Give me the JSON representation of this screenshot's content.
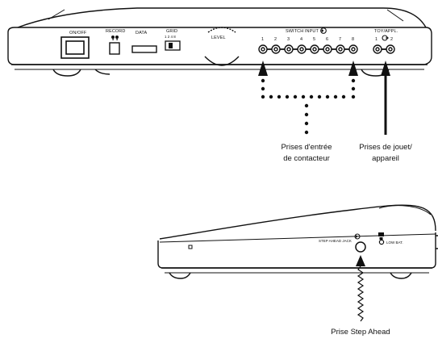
{
  "device_top": {
    "on_off": "ON/OFF",
    "record": "RECORD",
    "data": "DATA",
    "grid": "GRID",
    "grid_numbers": "1 2 4 8",
    "level": "LEVEL",
    "switch_input": "SWITCH INPUT",
    "switch_numbers": [
      "1",
      "2",
      "3",
      "4",
      "5",
      "6",
      "7",
      "8"
    ],
    "toy_appl": "TOY/APPL.",
    "toy_numbers": [
      "1",
      "2"
    ]
  },
  "device_side": {
    "step_ahead_jack": "STEP AHEAD JACK",
    "low_bat": "LOW BAT."
  },
  "callouts": {
    "switch_jacks_line1": "Prises d'entrée",
    "switch_jacks_line2": "de contacteur",
    "toy_jacks_line1": "Prises de jouet/",
    "toy_jacks_line2": "appareil",
    "step_ahead": "Prise Step Ahead"
  }
}
